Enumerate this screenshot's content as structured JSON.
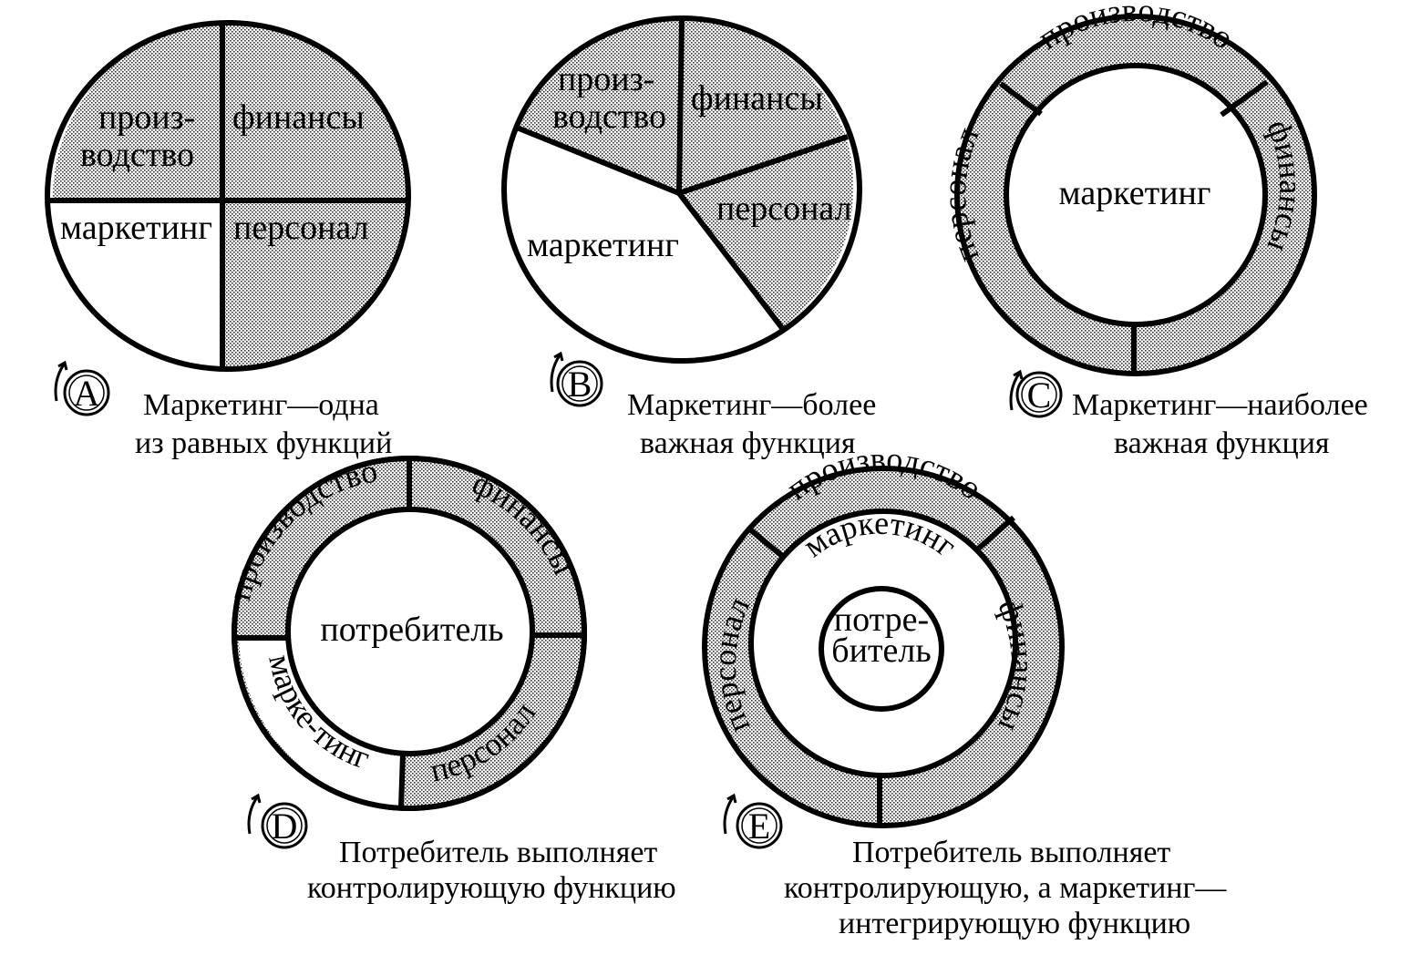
{
  "colors": {
    "shade": "#c9c9c9",
    "stroke": "#000000",
    "background": "#ffffff"
  },
  "diagrams": {
    "A": {
      "letter": "A",
      "segments": {
        "production_1": "произ-",
        "production_2": "водство",
        "finance": "финансы",
        "marketing": "маркетинг",
        "personnel": "персонал"
      },
      "caption": [
        "Маркетинг—одна",
        "из равных функций"
      ]
    },
    "B": {
      "letter": "B",
      "segments": {
        "production_1": "произ-",
        "production_2": "водство",
        "finance": "финансы",
        "marketing": "маркетинг",
        "personnel": "персонал"
      },
      "caption": [
        "Маркетинг—более",
        "важная функция"
      ]
    },
    "C": {
      "letter": "C",
      "segments": {
        "production": "производство",
        "finance": "финансы",
        "personnel": "персонал",
        "center": "маркетинг"
      },
      "caption": [
        "Маркетинг—наиболее",
        "важная функция"
      ]
    },
    "D": {
      "letter": "D",
      "segments": {
        "production": "производство",
        "finance": "финансы",
        "personnel": "персонал",
        "marketing_1": "марке-",
        "marketing_2": "тинг",
        "center": "потребитель"
      },
      "caption": [
        "Потребитель выполняет",
        "контролирующую функцию"
      ]
    },
    "E": {
      "letter": "E",
      "segments": {
        "production": "производство",
        "finance": "финансы",
        "personnel": "персонал",
        "middle": "маркетинг",
        "center_1": "потре-",
        "center_2": "битель"
      },
      "caption": [
        "Потребитель выполняет",
        "контролирующую, а маркетинг—",
        "интегрирующую функцию"
      ]
    }
  }
}
